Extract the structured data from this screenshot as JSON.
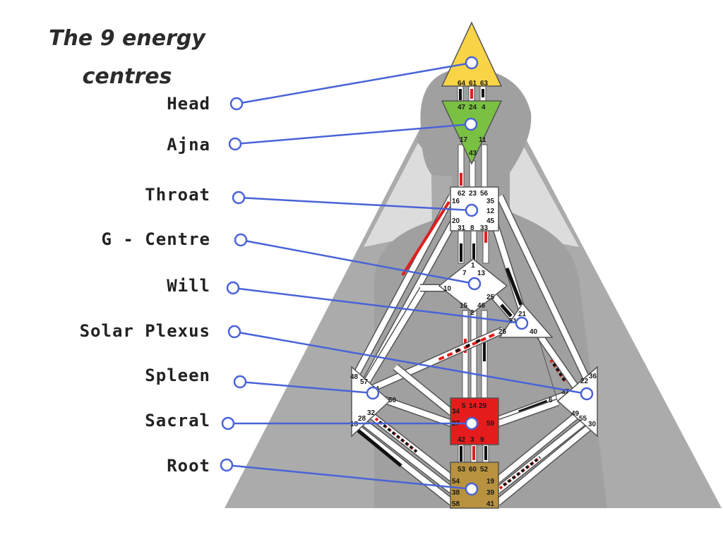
{
  "title": {
    "line1": "The 9 energy",
    "line2": "centres"
  },
  "centres": [
    {
      "key": "head",
      "label": "Head",
      "color": "#f9d446"
    },
    {
      "key": "ajna",
      "label": "Ajna",
      "color": "#7ac143"
    },
    {
      "key": "throat",
      "label": "Throat",
      "color": "#ffffff"
    },
    {
      "key": "g-centre",
      "label": "G - Centre",
      "color": "#ffffff"
    },
    {
      "key": "will",
      "label": "Will",
      "color": "#ffffff"
    },
    {
      "key": "solar-plexus",
      "label": "Solar Plexus",
      "color": "#ffffff"
    },
    {
      "key": "spleen",
      "label": "Spleen",
      "color": "#ffffff"
    },
    {
      "key": "sacral",
      "label": "Sacral",
      "color": "#e51c1c"
    },
    {
      "key": "root",
      "label": "Root",
      "color": "#b8923e"
    }
  ],
  "gates": {
    "head": [
      "64",
      "61",
      "63"
    ],
    "ajna": [
      "47",
      "24",
      "4",
      "17",
      "11",
      "43"
    ],
    "throat": [
      "62",
      "23",
      "56",
      "16",
      "35",
      "12",
      "20",
      "31",
      "8",
      "33",
      "45"
    ],
    "g_centre": [
      "1",
      "7",
      "13",
      "10",
      "15",
      "2",
      "46",
      "25"
    ],
    "will": [
      "21",
      "51",
      "26",
      "40"
    ],
    "solar_plexus": [
      "36",
      "22",
      "37",
      "6",
      "49",
      "55",
      "30"
    ],
    "spleen": [
      "48",
      "57",
      "44",
      "50",
      "32",
      "28",
      "18"
    ],
    "sacral": [
      "5",
      "14",
      "29",
      "34",
      "27",
      "59",
      "42",
      "3",
      "9"
    ],
    "root": [
      "53",
      "60",
      "52",
      "54",
      "19",
      "38",
      "39",
      "58",
      "41"
    ]
  },
  "colors": {
    "pointer": "#4a63d8",
    "background_triangle": "#ababab",
    "silhouette": "#a0a0a0",
    "channel_fill": "#ffffff",
    "defined_black": "#111111",
    "defined_red": "#e01e1e"
  }
}
